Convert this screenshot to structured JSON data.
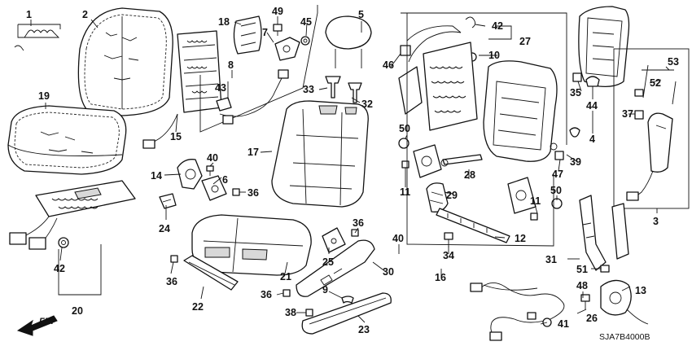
{
  "diagram": {
    "catalog_code": "SJA7B4000B",
    "direction_label": "FR.",
    "callouts": {
      "c1": "1",
      "c2": "2",
      "c3": "3",
      "c4": "4",
      "c5": "5",
      "c6": "6",
      "c7": "7",
      "c8": "8",
      "c9": "9",
      "c10": "10",
      "c11a": "11",
      "c11b": "11",
      "c12": "12",
      "c13": "13",
      "c14": "14",
      "c15": "15",
      "c16": "16",
      "c17": "17",
      "c18": "18",
      "c19": "19",
      "c20": "20",
      "c21": "21",
      "c22": "22",
      "c23": "23",
      "c24": "24",
      "c25": "25",
      "c26": "26",
      "c27": "27",
      "c28": "28",
      "c29": "29",
      "c30": "30",
      "c31": "31",
      "c32": "32",
      "c33": "33",
      "c34": "34",
      "c35": "35",
      "c36a": "36",
      "c36b": "36",
      "c36c": "36",
      "c36d": "36",
      "c37": "37",
      "c38": "38",
      "c39": "39",
      "c40a": "40",
      "c40b": "40",
      "c41": "41",
      "c42a": "42",
      "c42b": "42",
      "c43": "43",
      "c44": "44",
      "c45": "45",
      "c46": "46",
      "c47": "47",
      "c48": "48",
      "c49": "49",
      "c50a": "50",
      "c50b": "50",
      "c51": "51",
      "c52": "52",
      "c53": "53"
    }
  }
}
